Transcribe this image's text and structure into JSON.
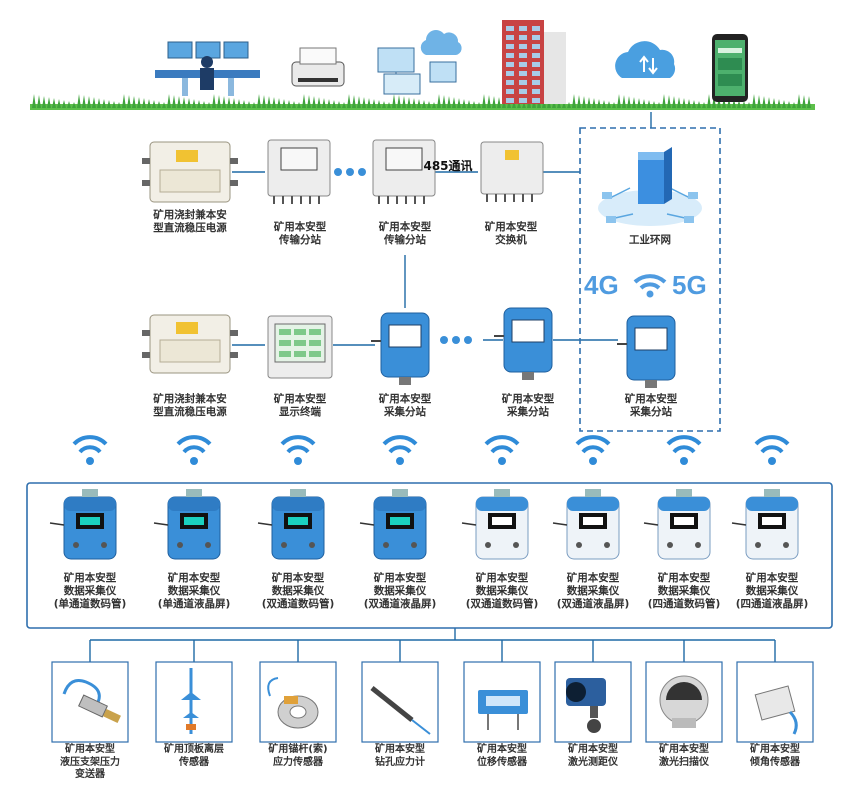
{
  "top_icons": [
    {
      "name": "monitoring-center-icon"
    },
    {
      "name": "printer-icon"
    },
    {
      "name": "office-computer-network-icon"
    },
    {
      "name": "office-building-icon"
    },
    {
      "name": "cloud-transfer-icon"
    },
    {
      "name": "smartphone-icon"
    }
  ],
  "row1": [
    {
      "label": "矿用浇封兼本安\n型直流稳压电源"
    },
    {
      "label": "矿用本安型\n传输分站"
    },
    {
      "label": "矿用本安型\n传输分站"
    },
    {
      "label": "矿用本安型\n交换机"
    }
  ],
  "row1_link_label": "485通讯",
  "ring": {
    "label": "工业环网",
    "tech_left": "4G",
    "tech_right": "5G"
  },
  "row2": [
    {
      "label": "矿用浇封兼本安\n型直流稳压电源"
    },
    {
      "label": "矿用本安型\n显示终端"
    },
    {
      "label": "矿用本安型\n采集分站"
    },
    {
      "label": "矿用本安型\n采集分站"
    },
    {
      "label": "矿用本安型\n采集分站"
    }
  ],
  "collectors": [
    {
      "label": "矿用本安型\n数据采集仪\n(单通道数码管)"
    },
    {
      "label": "矿用本安型\n数据采集仪\n(单通道液晶屏)"
    },
    {
      "label": "矿用本安型\n数据采集仪\n(双通道数码管)"
    },
    {
      "label": "矿用本安型\n数据采集仪\n(双通道液晶屏)"
    },
    {
      "label": "矿用本安型\n数据采集仪\n(双通道数码管)"
    },
    {
      "label": "矿用本安型\n数据采集仪\n(双通道液晶屏)"
    },
    {
      "label": "矿用本安型\n数据采集仪\n(四通道数码管)"
    },
    {
      "label": "矿用本安型\n数据采集仪\n(四通道液晶屏)"
    }
  ],
  "sensors": [
    {
      "label": "矿用本安型\n液压支架压力\n变送器"
    },
    {
      "label": "矿用顶板离层\n传感器"
    },
    {
      "label": "矿用锚杆(索)\n应力传感器"
    },
    {
      "label": "矿用本安型\n钻孔应力计"
    },
    {
      "label": "矿用本安型\n位移传感器"
    },
    {
      "label": "矿用本安型\n激光测距仪"
    },
    {
      "label": "矿用本安型\n激光扫描仪"
    },
    {
      "label": "矿用本安型\n倾角传感器"
    }
  ],
  "colors": {
    "line": "#1f6aa5",
    "device_blue": "#3a8fd8",
    "grass": "#49b04a",
    "box_border": "#2f6fae"
  }
}
